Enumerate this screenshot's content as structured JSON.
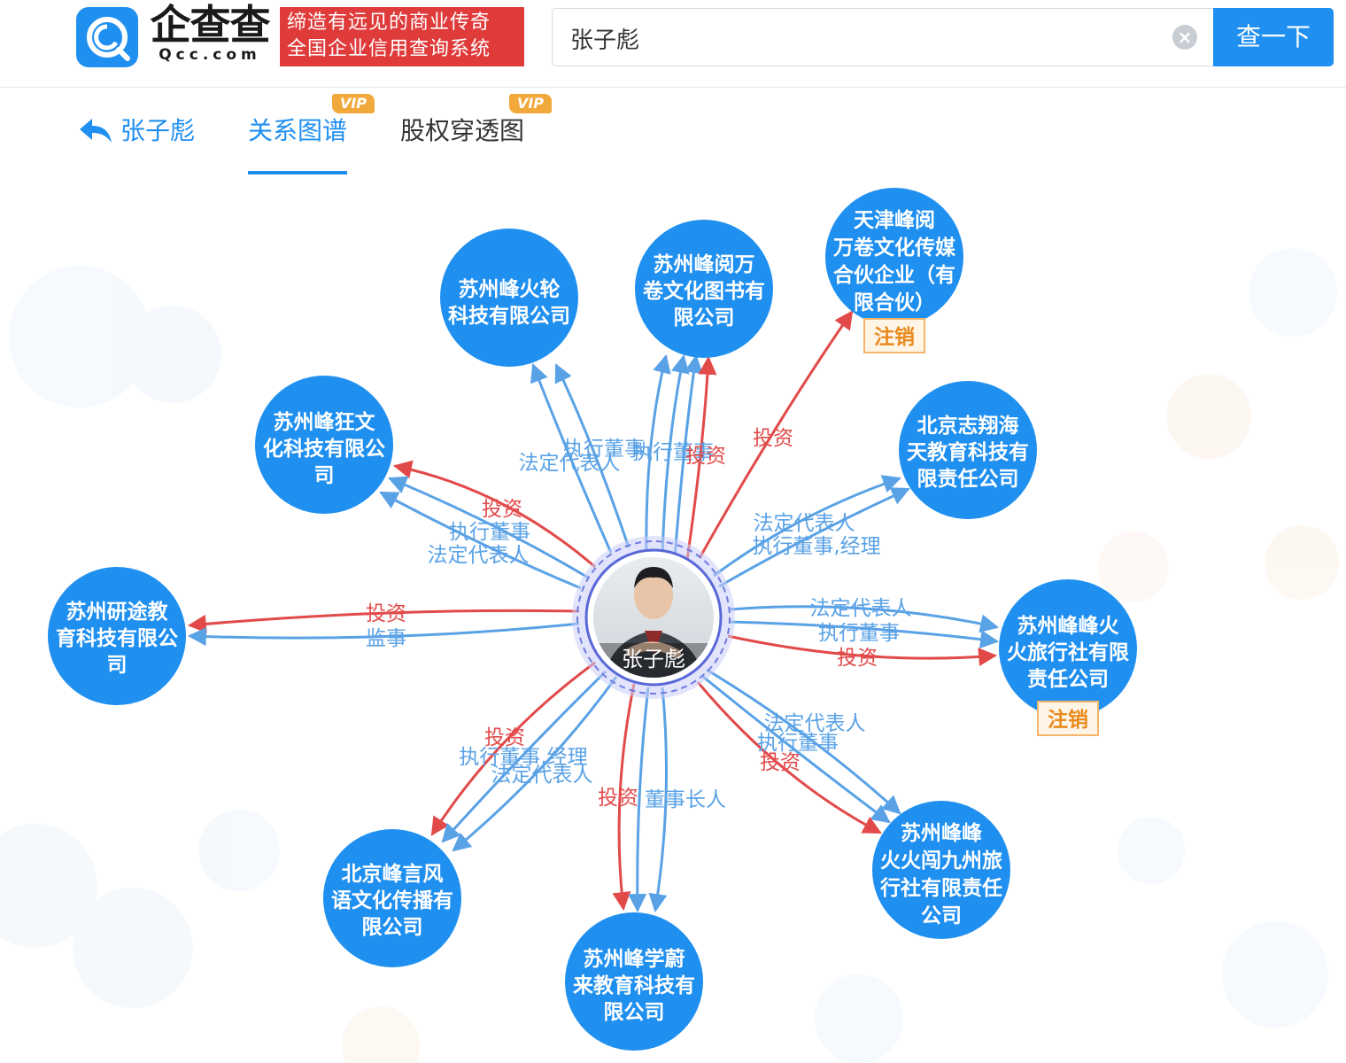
{
  "header": {
    "brand_name": "企查查",
    "brand_domain": "Qcc.com",
    "slogan_line1": "缔造有远见的商业传奇",
    "slogan_line2": "全国企业信用查询系统",
    "search_value": "张子彪",
    "clear_icon": "×",
    "search_button": "查一下"
  },
  "tabs": {
    "back_label": "张子彪",
    "items": [
      {
        "label": "关系图谱",
        "badge": "VIP",
        "active": true
      },
      {
        "label": "股权穿透图",
        "badge": "VIP",
        "active": false
      }
    ]
  },
  "colors": {
    "brand_blue": "#1f8ff0",
    "relation_blue": "#5aa2e6",
    "investment_red": "#e24a4a",
    "cancelled_orange": "#e98a1e"
  },
  "graph": {
    "center": {
      "name": "张子彪"
    },
    "companies": [
      {
        "id": "huolun",
        "lines": [
          "苏州峰火轮",
          "科技有限公司"
        ],
        "status": ""
      },
      {
        "id": "yuewan",
        "lines": [
          "苏州峰阅万",
          "卷文化图书有",
          "限公司"
        ],
        "status": ""
      },
      {
        "id": "tianjin",
        "lines": [
          "天津峰阅",
          "万卷文化传媒",
          "合伙企业（有",
          "限合伙）"
        ],
        "status": "注销"
      },
      {
        "id": "kuangwen",
        "lines": [
          "苏州峰狂文",
          "化科技有限公",
          "司"
        ],
        "status": ""
      },
      {
        "id": "zhixiang",
        "lines": [
          "北京志翔海",
          "天教育科技有",
          "限责任公司"
        ],
        "status": ""
      },
      {
        "id": "yantu",
        "lines": [
          "苏州研途教",
          "育科技有限公",
          "司"
        ],
        "status": ""
      },
      {
        "id": "fenghuo",
        "lines": [
          "苏州峰峰火",
          "火旅行社有限",
          "责任公司"
        ],
        "status": "注销"
      },
      {
        "id": "fengyan",
        "lines": [
          "北京峰言风",
          "语文化传播有",
          "限公司"
        ],
        "status": ""
      },
      {
        "id": "xuewei",
        "lines": [
          "苏州峰学蔚",
          "来教育科技有",
          "限公司"
        ],
        "status": ""
      },
      {
        "id": "jiuzhou",
        "lines": [
          "苏州峰峰",
          "火火闯九州旅",
          "行社有限责任",
          "公司"
        ],
        "status": ""
      }
    ],
    "edge_labels": [
      {
        "text": "法定代表人",
        "type": "role"
      },
      {
        "text": "执行董事",
        "type": "role"
      },
      {
        "text": "执行董事",
        "type": "role"
      },
      {
        "text": "投资",
        "type": "invest"
      },
      {
        "text": "投资",
        "type": "invest"
      },
      {
        "text": "投资",
        "type": "invest"
      },
      {
        "text": "执行董事",
        "type": "role"
      },
      {
        "text": "法定代表人",
        "type": "role"
      },
      {
        "text": "法定代表人",
        "type": "role"
      },
      {
        "text": "执行董事,经理",
        "type": "role"
      },
      {
        "text": "投资",
        "type": "invest"
      },
      {
        "text": "监事",
        "type": "role"
      },
      {
        "text": "法定代表人",
        "type": "role"
      },
      {
        "text": "执行董事",
        "type": "role"
      },
      {
        "text": "投资",
        "type": "invest"
      },
      {
        "text": "投资",
        "type": "invest"
      },
      {
        "text": "执行董事,经理",
        "type": "role"
      },
      {
        "text": "法定代表人",
        "type": "role"
      },
      {
        "text": "投资",
        "type": "invest"
      },
      {
        "text": "董事长人",
        "type": "role"
      },
      {
        "text": "法定代表人",
        "type": "role"
      },
      {
        "text": "执行董事",
        "type": "role"
      },
      {
        "text": "投资",
        "type": "invest"
      }
    ]
  }
}
